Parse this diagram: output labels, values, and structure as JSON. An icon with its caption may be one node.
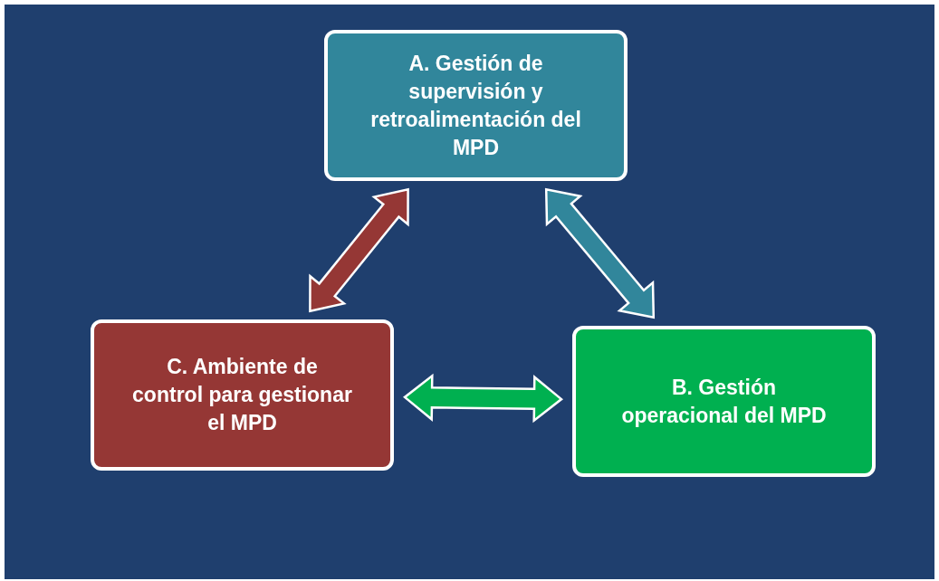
{
  "diagram": {
    "nodes": [
      {
        "text": [
          "A. Gestión de supervisión y retroalimentación del MPD"
        ]
      },
      {
        "text": [
          "B. Gestión operacional del MPD"
        ]
      },
      {
        "text": [
          "C. Ambiente de control para gestionar el MPD"
        ]
      }
    ],
    "edges": [
      {
        "from": 2,
        "to": 0,
        "arrow": "both",
        "color": "#953735"
      },
      {
        "from": 0,
        "to": 1,
        "arrow": "both",
        "color": "#31869b"
      },
      {
        "from": 2,
        "to": 1,
        "arrow": "both",
        "color": "#00b050"
      }
    ]
  }
}
